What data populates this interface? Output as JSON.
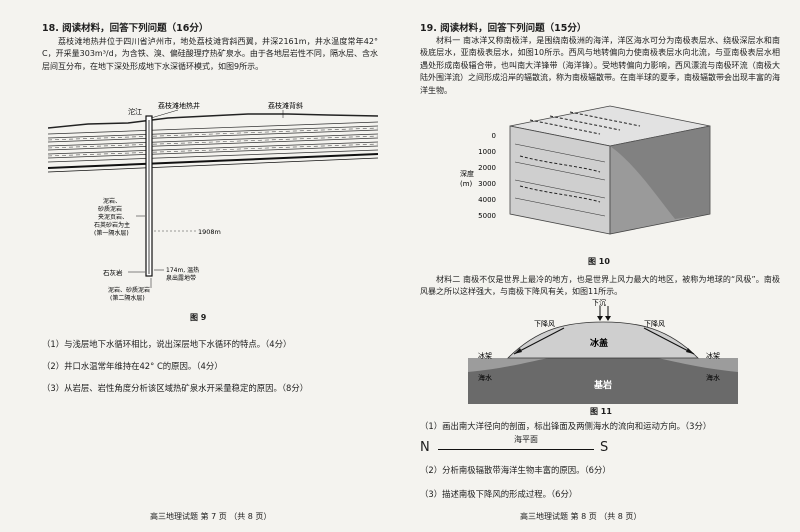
{
  "left": {
    "q18_heading": "18. 阅读材料，回答下列问题（16分）",
    "q18_material": "荔枝滩地热井位于四川省泸州市，地处荔枝滩背斜西翼，井深2161m，井水温度常年42° C，开采量303m³/d，为含铁、溴、偏硅酸理疗热矿泉水。由于各地层岩性不同，隔水层、含水层间互分布，在地下深处形成地下水深循环模式，如图9所示。",
    "figure": {
      "labels": {
        "river": "沱江",
        "well": "荔枝滩地热井",
        "anticline": "荔枝滩背斜",
        "aquifer1": "泥岩、砂质泥岩夹泥页岩、石英砂岩为主（第一隔水层）",
        "depth": "1908m",
        "limestone": "石灰岩",
        "outflow": "174m，温热泉出露地带",
        "aquifer2": "泥岩、砂质泥岩（第二隔水层）"
      },
      "caption": "图 9"
    },
    "q18_questions": [
      "（1）与浅层地下水循环相比，说出深层地下水循环的特点。（4分）",
      "（2）井口水温常年维持在42° C的原因。（4分）",
      "（3）从岩层、岩性角度分析该区域热矿泉水开采量稳定的原因。（8分）"
    ],
    "footer": "高三地理试题    第 7 页    （共 8 页）"
  },
  "right": {
    "q19_heading": "19. 阅读材料，回答下列问题（15分）",
    "q19_material1": "材料一  南冰洋又称南极洋，是围绕南极洲的海洋，洋区海水可分为南极表层水、绕极深层水和南极底层水，亚南极表层水，如图10所示。西风与地转偏向力使南极表层水向北流，与亚南极表层水相遇处形成南极辐合带，也叫南大洋锋带（海洋锋）。受地转偏向力影响，西风漂流与南极环流（南极大陆外围洋流）之间形成沿岸的辐散流，称为南极辐散带。在南半球的夏季，南极辐散带会出现丰富的海洋生物。",
    "figure10": {
      "ticks": [
        "0",
        "1000",
        "2000",
        "3000",
        "4000",
        "5000"
      ],
      "axis_label_1": "深度",
      "axis_label_2": "(m)",
      "caption": "图 10"
    },
    "q19_material2": "材料二    南极不仅是世界上最冷的地方，也是世界上风力最大的地区，被称为地球的“风极”。南极风暴之所以这样强大，与南极下降风有关，如图11所示。",
    "figure11": {
      "sinking": "下沉",
      "katabatic_left": "下降风",
      "katabatic_right": "下降风",
      "ice_cap": "冰盖",
      "shelf_left": "冰架",
      "shelf_right": "冰架",
      "sea_left": "海水",
      "sea_right": "海水",
      "bedrock": "基岩",
      "caption": "图 11"
    },
    "q19_q1": "（1）画出南大洋径向的剖面，标出锋面及两侧海水的流向和运动方向。（3分）",
    "profile": {
      "sea_level": "海平面",
      "north": "N",
      "south": "S"
    },
    "q19_q2": "（2）分析南极辐散带海洋生物丰富的原因。（6分）",
    "q19_q3": "（3）描述南极下降风的形成过程。（6分）",
    "footer": "高三地理试题    第 8 页    （共 8 页）"
  }
}
